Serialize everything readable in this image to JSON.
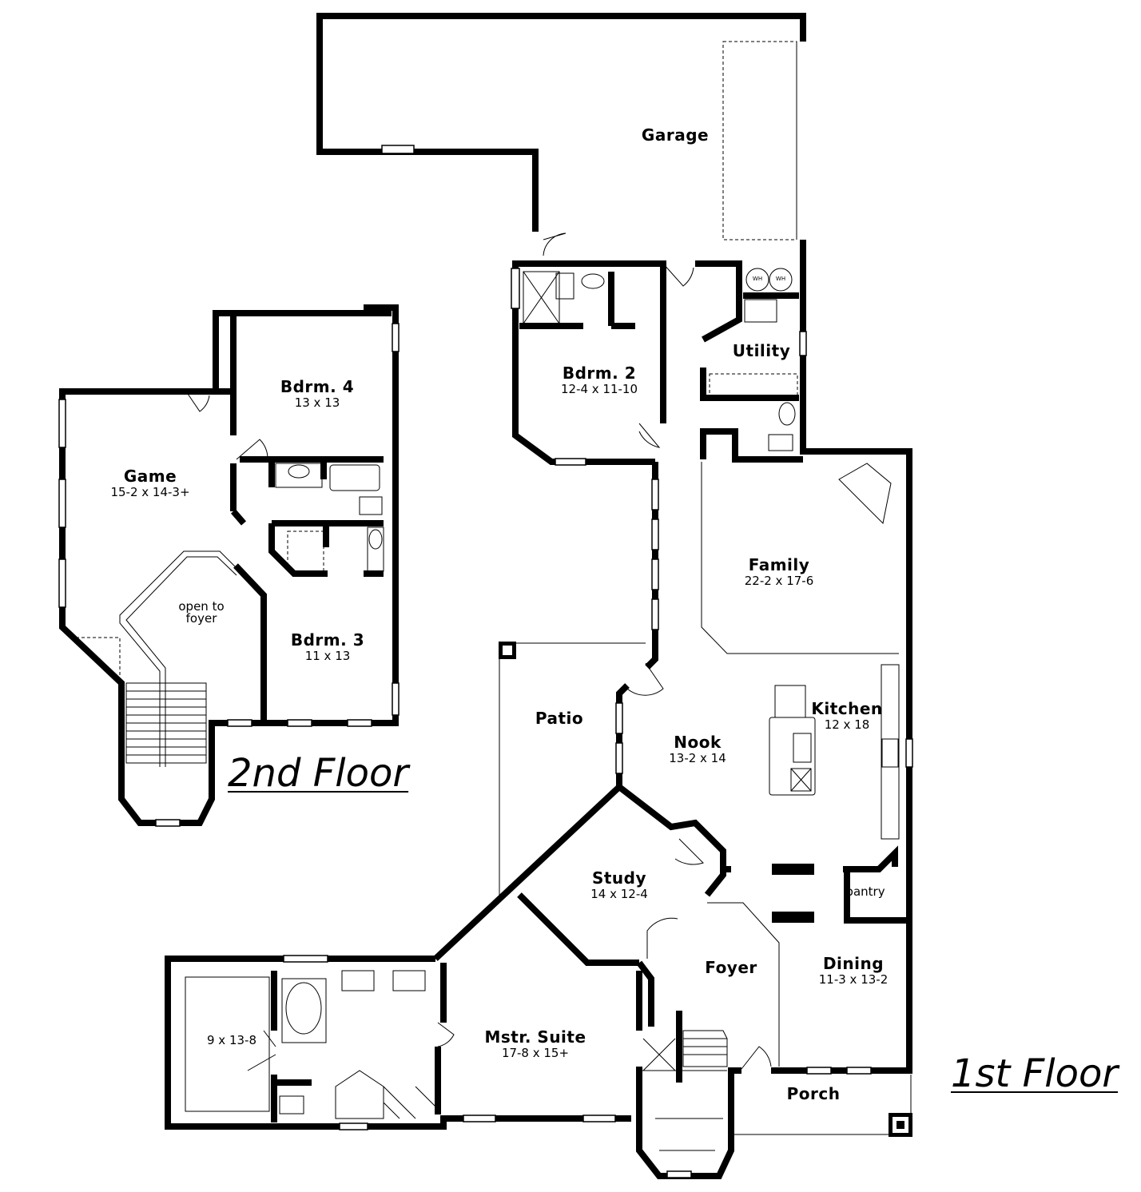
{
  "floors": {
    "first": "1st Floor",
    "second": "2nd Floor"
  },
  "rooms": {
    "garage": {
      "name": "Garage"
    },
    "bdrm2": {
      "name": "Bdrm. 2",
      "dim": "12-4 x 11-10"
    },
    "utility": {
      "name": "Utility"
    },
    "family": {
      "name": "Family",
      "dim": "22-2 x 17-6"
    },
    "kitchen": {
      "name": "Kitchen",
      "dim": "12 x 18"
    },
    "nook": {
      "name": "Nook",
      "dim": "13-2 x 14"
    },
    "patio": {
      "name": "Patio"
    },
    "study": {
      "name": "Study",
      "dim": "14 x 12-4"
    },
    "pantry": {
      "name": "pantry"
    },
    "foyer": {
      "name": "Foyer"
    },
    "dining": {
      "name": "Dining",
      "dim": "11-3 x 13-2"
    },
    "master": {
      "name": "Mstr. Suite",
      "dim": "17-8 x 15+"
    },
    "closet": {
      "dim": "9 x 13-8"
    },
    "porch": {
      "name": "Porch"
    },
    "bdrm4": {
      "name": "Bdrm. 4",
      "dim": "13 x 13"
    },
    "game": {
      "name": "Game",
      "dim": "15-2 x 14-3+"
    },
    "open": {
      "line1": "open to",
      "line2": "foyer"
    },
    "bdrm3": {
      "name": "Bdrm. 3",
      "dim": "11 x 13"
    }
  },
  "fixtures": {
    "water_heater": "WH"
  },
  "colors": {
    "wall": "#000000",
    "background": "#ffffff"
  }
}
